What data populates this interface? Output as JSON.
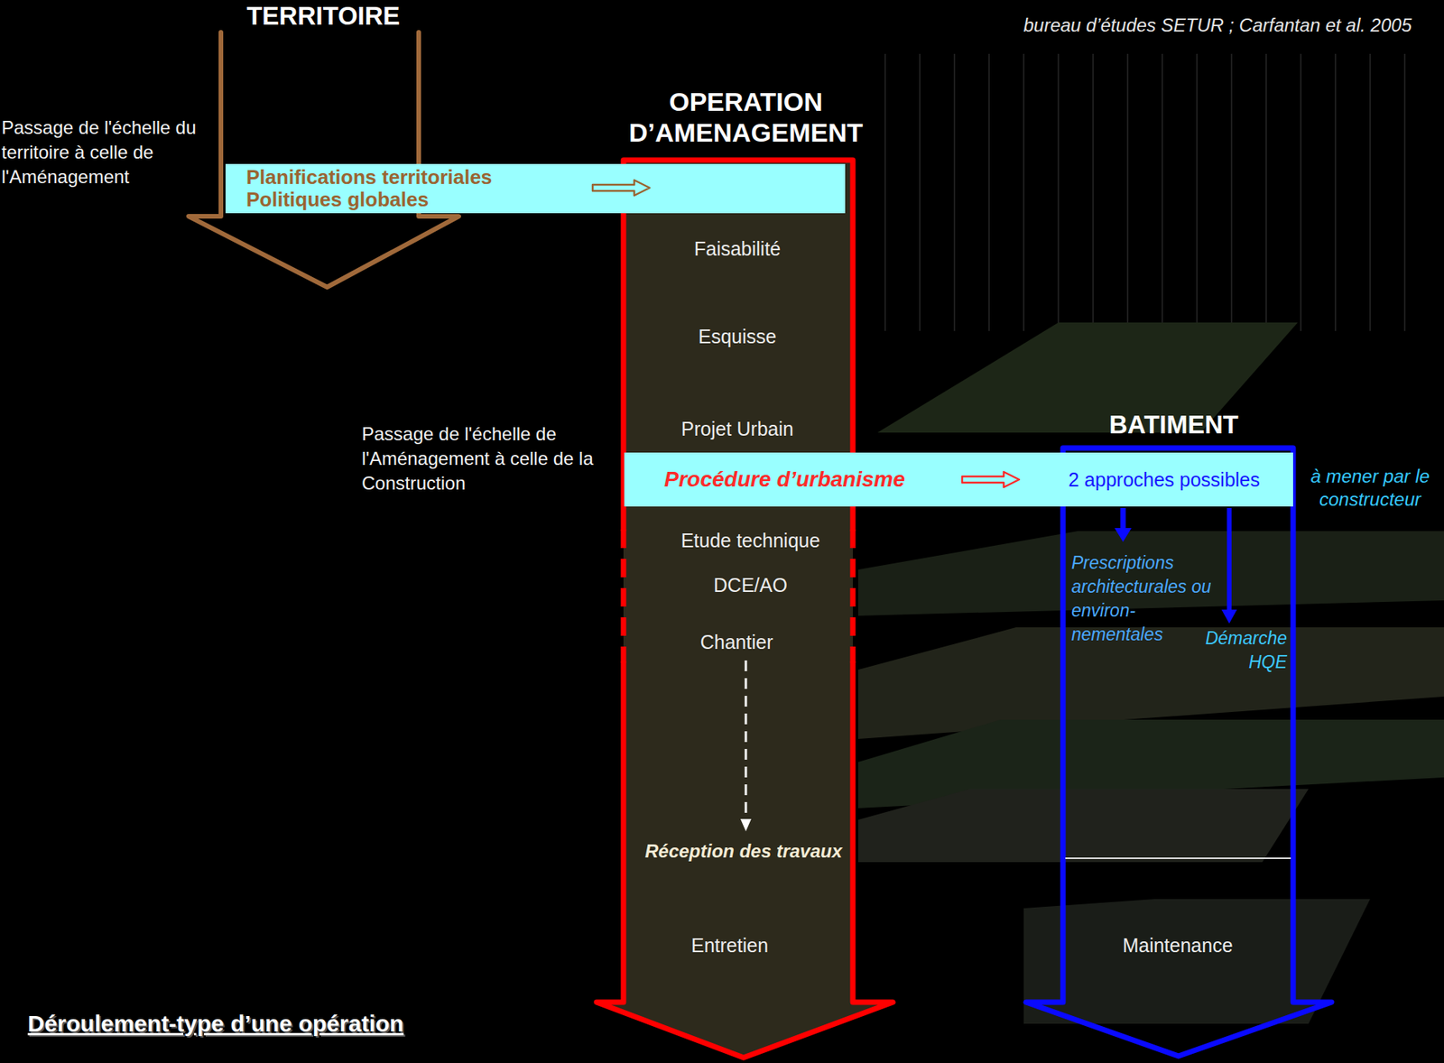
{
  "diagram": {
    "title": "Déroulement-type d’une opération",
    "nodes": [
      {
        "text": [
          "TERRITOIRE"
        ]
      },
      {
        "text": [
          "Planifications territoriales Politiques globales"
        ]
      },
      {
        "text": [
          "OPERATION D’AMENAGEMENT",
          "Faisabilité",
          "Esquisse",
          "Projet Urbain",
          "Etude technique",
          "DCE/AO",
          "Chantier",
          "Réception des travaux",
          "Entretien"
        ]
      },
      {
        "text": [
          "Procédure d’urbanisme",
          "2 approches possibles"
        ]
      },
      {
        "text": [
          "BATIMENT",
          "Prescriptions architecturales ou environ- nementales",
          "Démarche HQE",
          "Maintenance"
        ]
      }
    ],
    "labels": [
      "bureau d’études SETUR ; Carfantan et al. 2005",
      "Passage de l'échelle du territoire à celle de l'Aménagement",
      "Passage de l'échelle de l'Aménagement à celle de la Construction",
      "à mener par le constructeur"
    ]
  }
}
